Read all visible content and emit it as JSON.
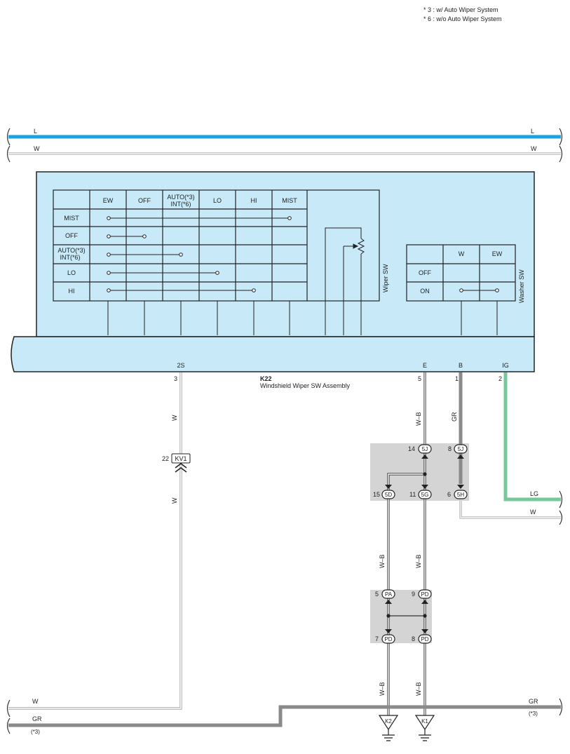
{
  "notes": [
    "* 3 : w/ Auto Wiper System",
    "* 6 : w/o Auto Wiper System"
  ],
  "wires_top": {
    "l_left": "L",
    "l_right": "L",
    "w_left": "W",
    "w_right": "W"
  },
  "component": {
    "id": "K22",
    "name": "Windshield Wiper SW Assembly",
    "wiper_sw_label": "Wiper SW",
    "washer_sw_label": "Washer SW",
    "wiper_table": {
      "cols": [
        "EW",
        "OFF",
        "AUTO(*3)",
        "INT(*6)",
        "LO",
        "HI",
        "MIST"
      ],
      "rows": [
        "MIST",
        "OFF",
        "AUTO(*3)",
        "INT(*6)",
        "LO",
        "HI"
      ]
    },
    "washer_table": {
      "cols": [
        "W",
        "EW"
      ],
      "rows": [
        "OFF",
        "ON"
      ]
    },
    "terminals": {
      "t_2s": "2S",
      "t_e": "E",
      "t_b": "B",
      "t_ig": "IG"
    },
    "pins": {
      "p3": "3",
      "p5": "5",
      "p1": "1",
      "p2": "2"
    }
  },
  "wire_labels": {
    "w1": "W",
    "w2": "W",
    "wb1": "W–B",
    "gr": "GR",
    "wb2": "W–B",
    "wb3": "W–B",
    "wb4": "W–B",
    "wb5": "W–B",
    "lg": "LG",
    "w_mid": "W"
  },
  "connectors": {
    "kv1": {
      "pin": "22",
      "name": "KV1"
    },
    "j5j_a": {
      "pin": "14",
      "name": "5J"
    },
    "j5j_b": {
      "pin": "8",
      "name": "5J"
    },
    "j5d": {
      "pin": "15",
      "name": "5D"
    },
    "j5g": {
      "pin": "11",
      "name": "5G"
    },
    "j5h": {
      "pin": "6",
      "name": "5H"
    },
    "jpa": {
      "pin": "5",
      "name": "PA"
    },
    "jpd_a": {
      "pin": "9",
      "name": "PD"
    },
    "jpd_b": {
      "pin": "7",
      "name": "PD"
    },
    "jpd_c": {
      "pin": "8",
      "name": "PD"
    }
  },
  "grounds": {
    "k2": "K2",
    "k1": "K1"
  },
  "wires_bottom": {
    "w_left": "W",
    "gr_left": "GR",
    "gr_left_note": "(*3)",
    "gr_right": "GR",
    "gr_right_note": "(*3)"
  },
  "colors": {
    "blue": "#1ba3e0",
    "panel": "#c8e9f8",
    "green": "#74c899",
    "gray": "#8a8a8a",
    "junction": "#d4d4d4"
  }
}
